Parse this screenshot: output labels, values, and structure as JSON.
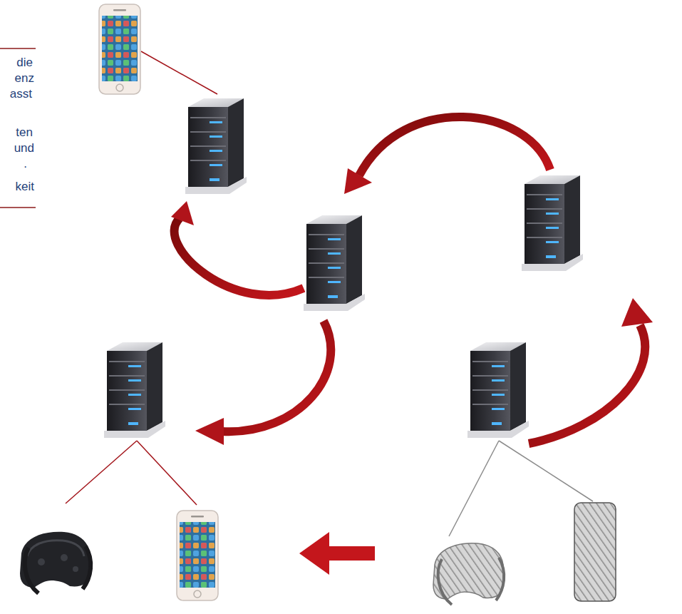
{
  "diagram": {
    "labels": [
      "die",
      "enz",
      "asst",
      "ten",
      "und",
      ".",
      "keit"
    ]
  }
}
